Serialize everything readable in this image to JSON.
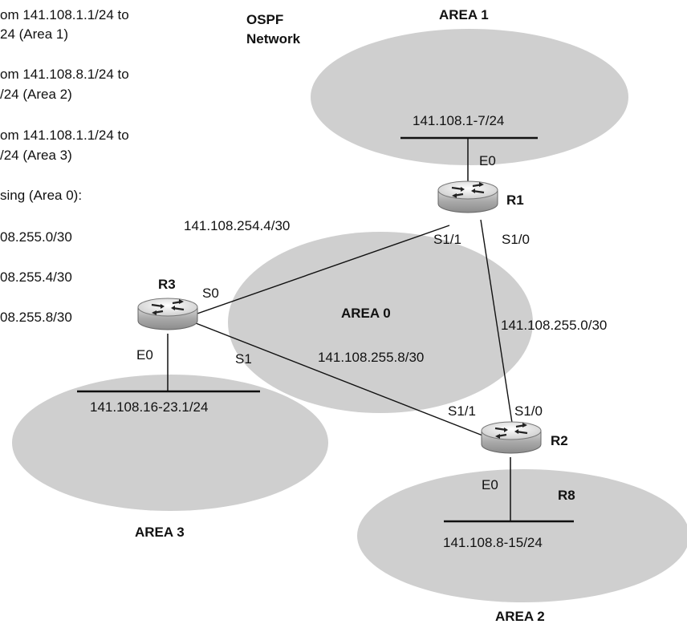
{
  "title": {
    "line1": "OSPF",
    "line2": "Network"
  },
  "legend": [
    {
      "line1": "om 141.108.1.1/24 to",
      "line2": "24 (Area 1)"
    },
    {
      "line1": "om 141.108.8.1/24 to",
      "line2": "/24 (Area 2)"
    },
    {
      "line1": "om 141.108.1.1/24 to",
      "line2": "/24 (Area 3)"
    },
    {
      "line1": "sing (Area 0):"
    },
    {
      "line1": "08.255.0/30"
    },
    {
      "line1": "08.255.4/30"
    },
    {
      "line1": "08.255.8/30"
    }
  ],
  "areas": {
    "area1": "AREA 1",
    "area0": "AREA 0",
    "area2": "AREA 2",
    "area3": "AREA 3"
  },
  "routers": {
    "r1": "R1",
    "r2": "R2",
    "r3": "R3",
    "r8": "R8"
  },
  "segments": {
    "area1_lan": "141.108.1-7/24",
    "area2_lan": "141.108.8-15/24",
    "area3_lan": "141.108.16-23.1/24",
    "r3_r1_link": "141.108.254.4/30",
    "r1_r2_link": "141.108.255.0/30",
    "r3_r2_link": "141.108.255.8/30"
  },
  "interfaces": {
    "r1_e0": "E0",
    "r1_s1_1": "S1/1",
    "r1_s1_0": "S1/0",
    "r3_s0": "S0",
    "r3_s1": "S1",
    "r3_e0": "E0",
    "r2_s1_1": "S1/1",
    "r2_s1_0": "S1/0",
    "r2_e0": "E0"
  },
  "colors": {
    "area_fill": "#cfcfcf",
    "router_body": "#b8b8b8",
    "router_top": "#e6e6e6",
    "line": "#111111"
  },
  "icons": {
    "router": "router-icon"
  }
}
